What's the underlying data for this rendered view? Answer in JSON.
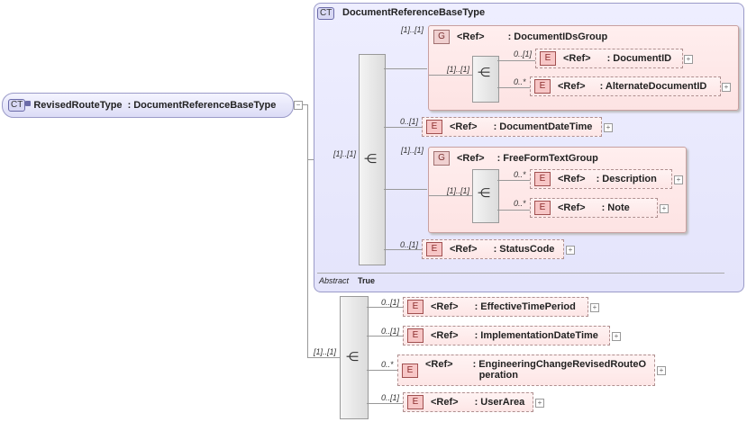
{
  "root": {
    "badge": "CT",
    "name": "RevisedRouteType",
    "sep": ":",
    "type": "DocumentReferenceBaseType"
  },
  "base": {
    "badge": "CT",
    "title": "DocumentReferenceBaseType",
    "abstract_label": "Abstract",
    "abstract_value": "True"
  },
  "group_badge": "G",
  "element_badge": "E",
  "ref_label": "<Ref>",
  "groups": {
    "docids": {
      "mult": "[1]..[1]",
      "name": ": DocumentIDsGroup",
      "seq_mult": "[1]..[1]"
    },
    "freeform": {
      "mult": "[1]..[1]",
      "name": ": FreeFormTextGroup",
      "seq_mult": "[1]..[1]"
    }
  },
  "base_seq_mult": "[1]..[1]",
  "outer_seq_mult": "[1]..[1]",
  "elements": {
    "document_id": {
      "mult": "0..[1]",
      "name": ": DocumentID"
    },
    "alternate_document_id": {
      "mult": "0..*",
      "name": ": AlternateDocumentID"
    },
    "document_date_time": {
      "mult": "0..[1]",
      "name": ": DocumentDateTime"
    },
    "description": {
      "mult": "0..*",
      "name": ": Description"
    },
    "note": {
      "mult": "0..*",
      "name": ": Note"
    },
    "status_code": {
      "mult": "0..[1]",
      "name": ": StatusCode"
    },
    "effective_time_period": {
      "mult": "0..[1]",
      "name": ": EffectiveTimePeriod"
    },
    "implementation_date_time": {
      "mult": "0..[1]",
      "name": ": ImplementationDateTime"
    },
    "engineering_change": {
      "mult": "0..*",
      "name_line1": ": EngineeringChangeRevisedRouteO",
      "name_line2": "peration"
    },
    "user_area": {
      "mult": "0..[1]",
      "name": ": UserArea"
    }
  }
}
